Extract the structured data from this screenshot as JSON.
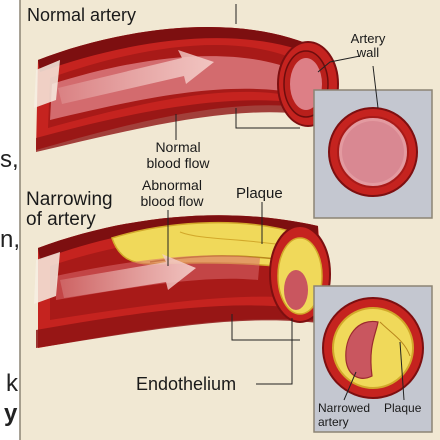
{
  "colors": {
    "panel_bg": "#f1e8d3",
    "panel_border": "#8c8474",
    "artery_outer": "#c5231f",
    "artery_dark": "#7d0f10",
    "lumen": "#e6a3a8",
    "plaque": "#f0d95a",
    "plaque_edge": "#d2a82a",
    "inset_bg": "#c4c7d0"
  },
  "labels": {
    "normal_artery": "Normal artery",
    "artery_wall": [
      "Artery",
      "wall"
    ],
    "normal_blood_flow": [
      "Normal",
      "blood flow"
    ],
    "narrowing_of_artery": [
      "Narrowing",
      "of artery"
    ],
    "abnormal_blood_flow": [
      "Abnormal",
      "blood flow"
    ],
    "plaque_top": "Plaque",
    "endothelium": "Endothelium",
    "narrowed_artery": [
      "Narrowed",
      "artery"
    ],
    "plaque_inset": "Plaque"
  },
  "side_glyphs": [
    "s,",
    "n,",
    "k",
    "y"
  ]
}
